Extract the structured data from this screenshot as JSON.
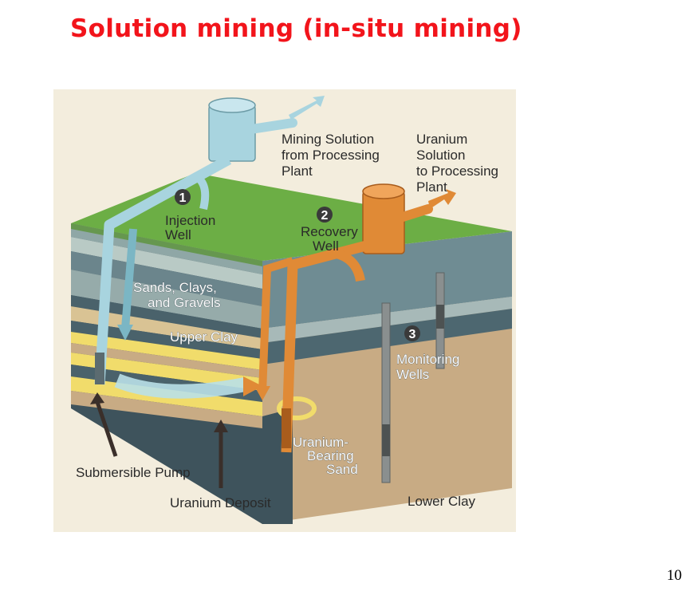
{
  "slide": {
    "title": "Solution mining (in-situ mining)",
    "page_number": "10"
  },
  "diagram": {
    "labels": {
      "mining_solution": [
        "Mining Solution",
        "from Processing",
        "Plant"
      ],
      "uranium_solution": [
        "Uranium",
        "Solution",
        "to Processing",
        "Plant"
      ],
      "injection_well": [
        "Injection",
        "Well"
      ],
      "recovery_well": [
        "Recovery",
        "Well"
      ],
      "sands_clays": [
        "Sands, Clays,",
        "and Gravels"
      ],
      "upper_clay": "Upper Clay",
      "monitoring_wells": [
        "Monitoring",
        "Wells"
      ],
      "uranium_bearing_sand": [
        "Uranium-",
        "Bearing",
        "Sand"
      ],
      "submersible_pump": "Submersible Pump",
      "uranium_deposit": "Uranium Deposit",
      "lower_clay": "Lower Clay"
    },
    "step_numbers": [
      "1",
      "2",
      "3"
    ],
    "colors": {
      "background": "#f3eddd",
      "ground_surface": "#6cae45",
      "injection_pipe": "#a8d4df",
      "recovery_pipe": "#e08a36",
      "ore_sand": "#f1dc6b",
      "lower_clay": "#c8ab84",
      "title": "#f2141b"
    }
  }
}
